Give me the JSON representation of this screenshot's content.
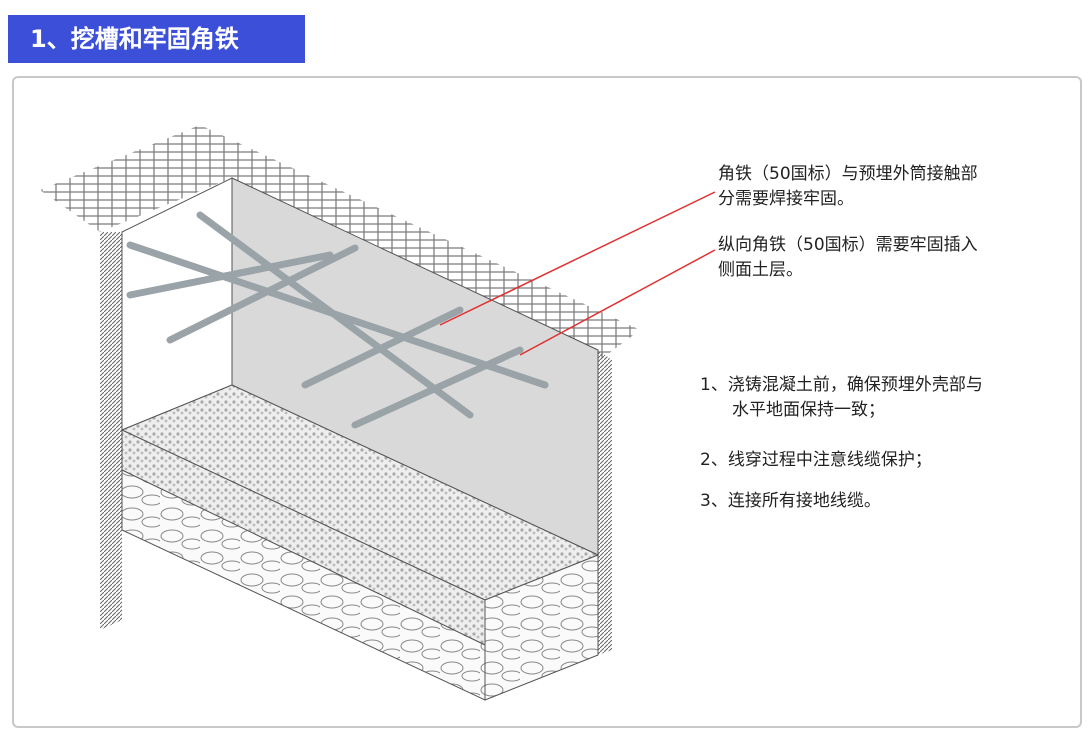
{
  "header": {
    "title": "1、挖槽和牢固角铁"
  },
  "callouts": [
    {
      "line1": "角铁（50国标）与预埋外筒接触部",
      "line2": "分需要焊接牢固。"
    },
    {
      "line1": "纵向角铁（50国标）需要牢固插入",
      "line2": "侧面土层。"
    }
  ],
  "notes": [
    {
      "num": "1、",
      "line1": "浇铸混凝土前，确保预埋外壳部与",
      "line2": "水平地面保持一致；"
    },
    {
      "num": "2、",
      "line1": "线穿过程中注意线缆保护；"
    },
    {
      "num": "3、",
      "line1": "连接所有接地线缆。"
    }
  ],
  "colors": {
    "header": "#3c4fd9",
    "leader": "#e23030"
  }
}
